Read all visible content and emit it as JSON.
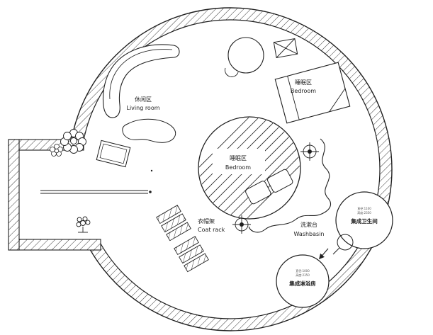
{
  "colors": {
    "ink": "#1f1f1f",
    "background": "#ffffff",
    "hatch": "#3a3a3a"
  },
  "labels": {
    "living": {
      "zh": "休闲区",
      "en": "Living room"
    },
    "bedroom_upper": {
      "zh": "睡眠区",
      "en": "Bedroom"
    },
    "bedroom_pod": {
      "zh": "睡眠区",
      "en": "Bedroom"
    },
    "coat_rack": {
      "zh": "衣帽架",
      "en": "Coat rack"
    },
    "washbasin": {
      "zh": "洗漱台",
      "en": "Washbasin"
    },
    "bathroom": {
      "name": "集成卫生间",
      "size_note1": "直径:1100",
      "size_note2": "高度:2350"
    },
    "shower": {
      "name": "集成淋浴房",
      "size_note1": "直径:1000",
      "size_note2": "高度:2350"
    }
  }
}
